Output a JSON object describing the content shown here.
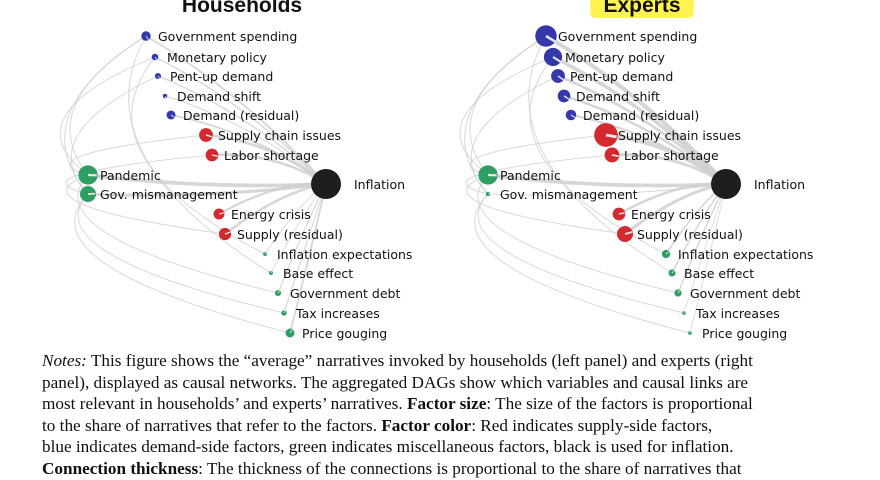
{
  "colors": {
    "supply": "#d42a2f",
    "demand": "#3438a8",
    "misc": "#2e9e63",
    "inflation": "#1e1e1e",
    "edge": "#cfcfcf",
    "title_highlight": "#fff44f"
  },
  "panels": [
    {
      "title": "Households",
      "highlight": false,
      "target": {
        "label": "Inflation",
        "size": 1.0
      },
      "factors": [
        {
          "label": "Government spending",
          "category": "demand",
          "size": 0.3
        },
        {
          "label": "Monetary policy",
          "category": "demand",
          "size": 0.17
        },
        {
          "label": "Pent-up demand",
          "category": "demand",
          "size": 0.15
        },
        {
          "label": "Demand shift",
          "category": "demand",
          "size": 0.08
        },
        {
          "label": "Demand (residual)",
          "category": "demand",
          "size": 0.28
        },
        {
          "label": "Supply chain issues",
          "category": "supply",
          "size": 0.5
        },
        {
          "label": "Labor shortage",
          "category": "supply",
          "size": 0.45
        },
        {
          "label": "Pandemic",
          "category": "misc",
          "size": 0.75
        },
        {
          "label": "Gov. mismanagement",
          "category": "misc",
          "size": 0.6
        },
        {
          "label": "Energy crisis",
          "category": "supply",
          "size": 0.37
        },
        {
          "label": "Supply (residual)",
          "category": "supply",
          "size": 0.43
        },
        {
          "label": "Inflation expectations",
          "category": "misc",
          "size": 0.05
        },
        {
          "label": "Base effect",
          "category": "misc",
          "size": 0.05
        },
        {
          "label": "Government debt",
          "category": "misc",
          "size": 0.15
        },
        {
          "label": "Tax increases",
          "category": "misc",
          "size": 0.12
        },
        {
          "label": "Price gouging",
          "category": "misc",
          "size": 0.28
        }
      ]
    },
    {
      "title": "Experts",
      "highlight": true,
      "target": {
        "label": "Inflation",
        "size": 1.0
      },
      "factors": [
        {
          "label": "Government spending",
          "category": "demand",
          "size": 0.85
        },
        {
          "label": "Monetary policy",
          "category": "demand",
          "size": 0.7
        },
        {
          "label": "Pent-up demand",
          "category": "demand",
          "size": 0.5
        },
        {
          "label": "Demand shift",
          "category": "demand",
          "size": 0.45
        },
        {
          "label": "Demand (residual)",
          "category": "demand",
          "size": 0.35
        },
        {
          "label": "Supply chain issues",
          "category": "supply",
          "size": 0.95
        },
        {
          "label": "Labor shortage",
          "category": "supply",
          "size": 0.55
        },
        {
          "label": "Pandemic",
          "category": "misc",
          "size": 0.75
        },
        {
          "label": "Gov. mismanagement",
          "category": "misc",
          "size": 0.07
        },
        {
          "label": "Energy crisis",
          "category": "supply",
          "size": 0.45
        },
        {
          "label": "Supply (residual)",
          "category": "supply",
          "size": 0.6
        },
        {
          "label": "Inflation expectations",
          "category": "misc",
          "size": 0.25
        },
        {
          "label": "Base effect",
          "category": "misc",
          "size": 0.2
        },
        {
          "label": "Government debt",
          "category": "misc",
          "size": 0.2
        },
        {
          "label": "Tax increases",
          "category": "misc",
          "size": 0.04
        },
        {
          "label": "Price gouging",
          "category": "misc",
          "size": 0.04
        }
      ]
    }
  ],
  "notes": {
    "label": "Notes:",
    "line1": " This figure shows the “average” narratives invoked by households (left panel) and experts (right",
    "line2": "panel), displayed as causal networks. The aggregated DAGs show which variables and causal links are",
    "line3a": "most relevant in households’ and experts’ narratives. ",
    "factor_size_label": "Factor size",
    "line3b": ": The size of the factors is proportional",
    "line4a": "to the share of narratives that refer to the factors.  ",
    "factor_color_label": "Factor color",
    "line4b": ":  Red indicates supply-side factors,",
    "line5": "blue indicates demand-side factors, green indicates miscellaneous factors, black is used for inflation.",
    "connection_label": "Connection thickness",
    "line6": ": The thickness of the connections is proportional to the share of narratives that"
  }
}
